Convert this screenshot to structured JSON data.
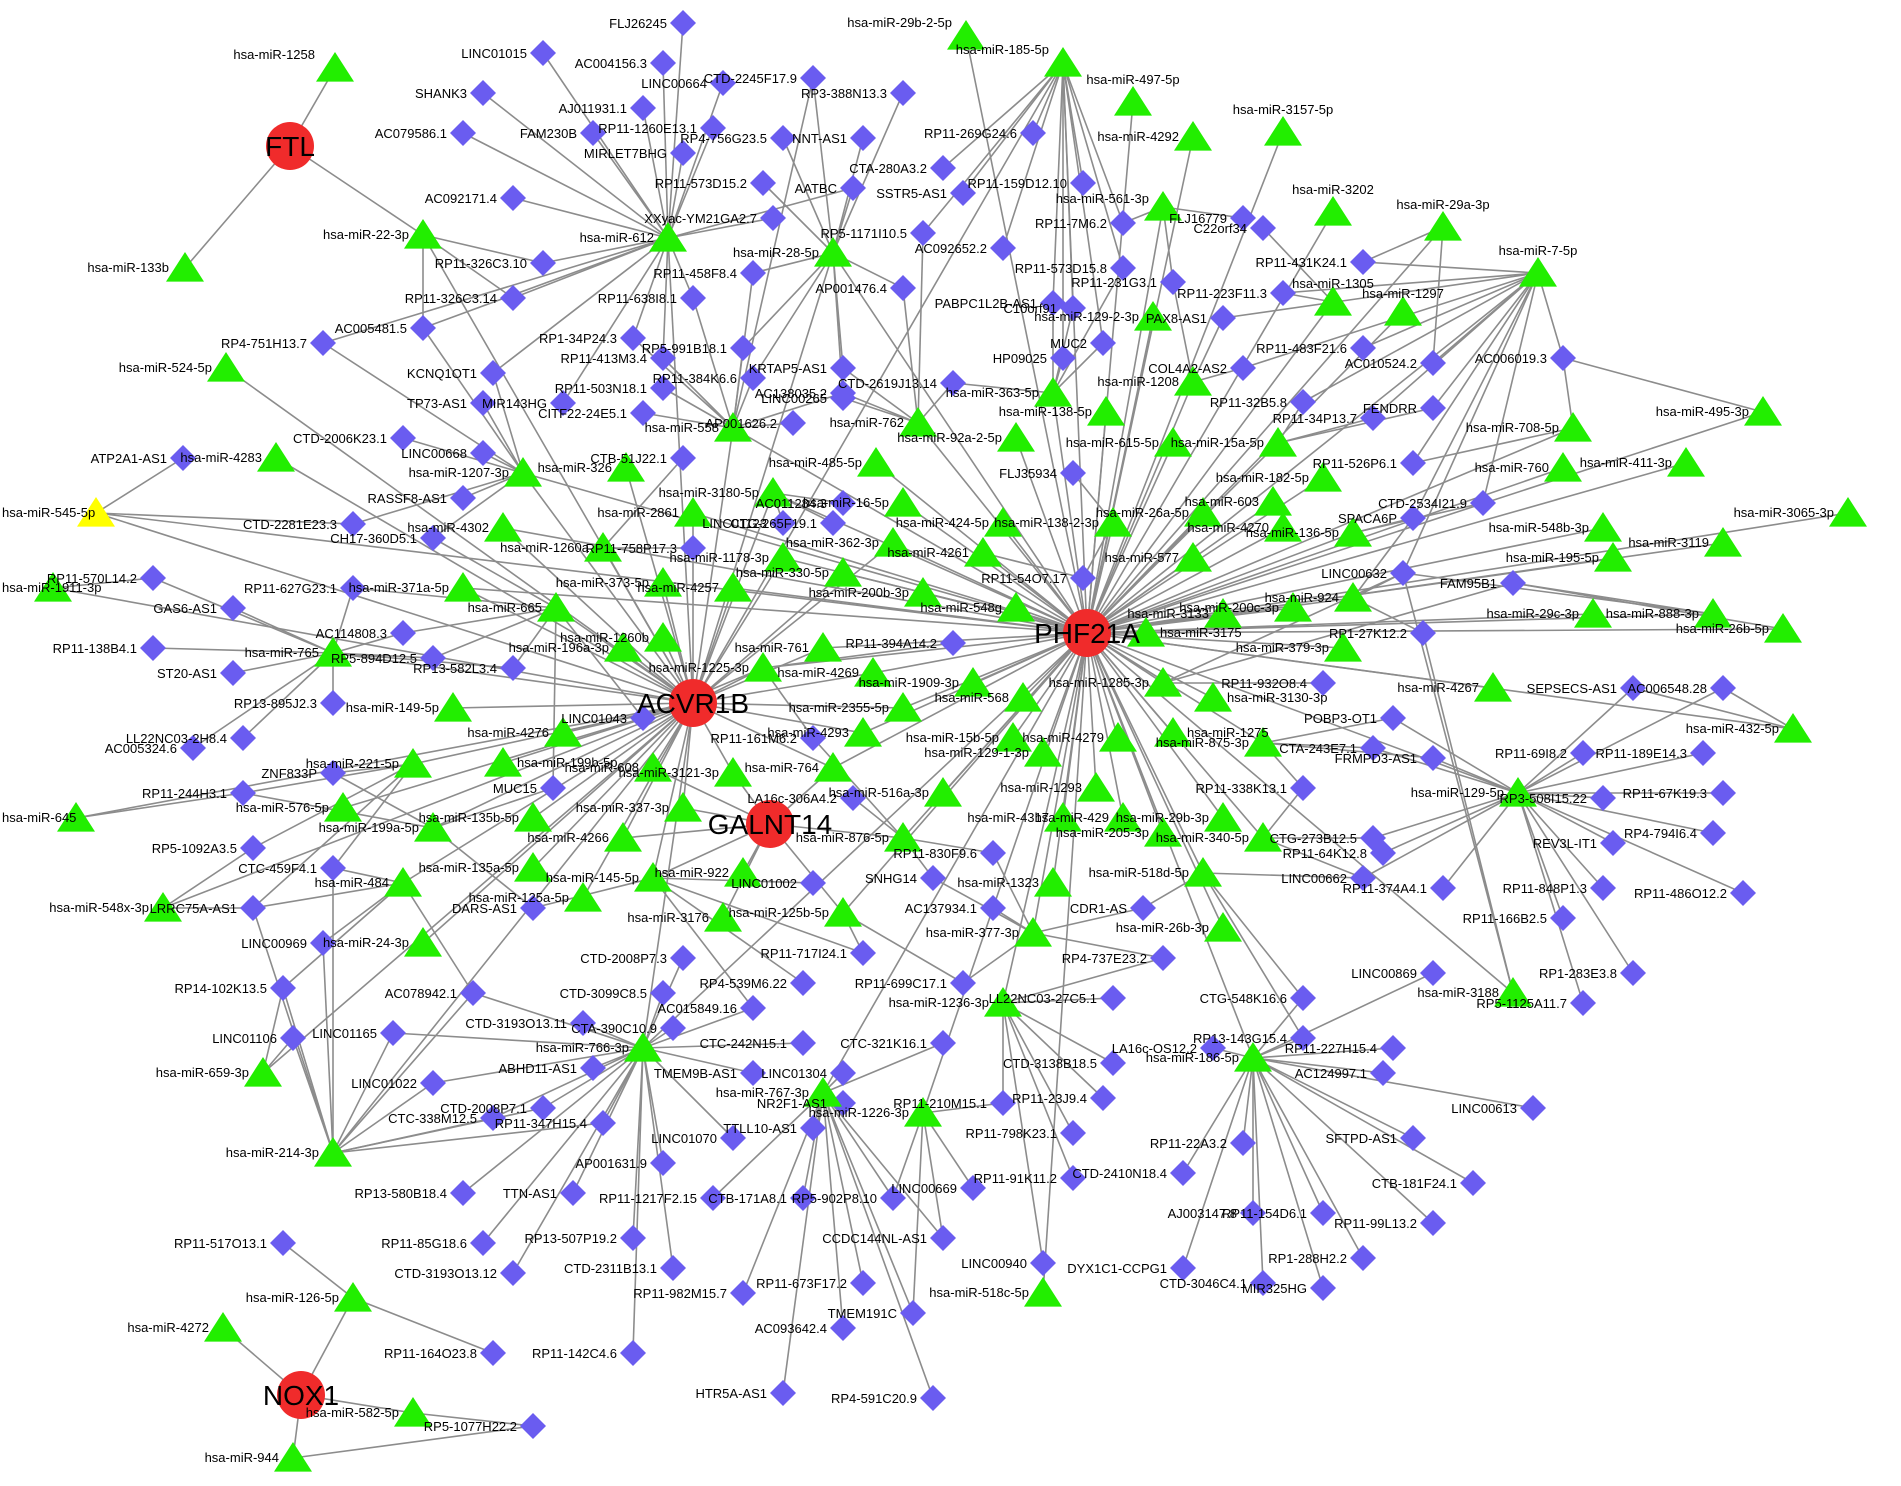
{
  "colors": {
    "gene": "#f02b2b",
    "mirna": "#22ee00",
    "lncrna": "#6a5cf0",
    "highlight_mirna": "#ffff00",
    "edge": "#8c8c8c"
  },
  "node_types": {
    "gene": "red-circle",
    "mirna": "green-triangle",
    "lncrna": "blue-diamond"
  },
  "genes": [
    "PHF21A",
    "ACVR1B",
    "GALNT14",
    "FTL",
    "NOX1"
  ],
  "highlighted_mirnas": [
    "hsa-miR-545-5p"
  ],
  "labels": {
    "genes": [
      "PHF21A",
      "ACVR1B",
      "GALNT14",
      "FTL",
      "NOX1"
    ],
    "mirnas": [
      "hsa-miR-1258",
      "hsa-miR-133b",
      "hsa-miR-22-3p",
      "hsa-miR-612",
      "hsa-miR-28-5p",
      "hsa-miR-185-5p",
      "hsa-miR-29b-2-5p",
      "hsa-miR-497-5p",
      "hsa-miR-3157-5p",
      "hsa-miR-4292",
      "hsa-miR-561-3p",
      "hsa-miR-3202",
      "hsa-miR-29a-3p",
      "hsa-miR-7-5p",
      "hsa-miR-1305",
      "hsa-miR-1297",
      "hsa-miR-129-2-3p",
      "hsa-miR-1208",
      "hsa-miR-524-5p",
      "hsa-miR-558",
      "hsa-miR-762",
      "hsa-miR-363-5p",
      "hsa-miR-138-5p",
      "hsa-miR-92a-2-5p",
      "hsa-miR-615-5p",
      "hsa-miR-15a-5p",
      "hsa-miR-708-5p",
      "hsa-miR-495-3p",
      "hsa-miR-4283",
      "hsa-miR-1207-3p",
      "hsa-miR-326",
      "hsa-miR-485-5p",
      "hsa-miR-3180-5p",
      "hsa-miR-182-5p",
      "hsa-miR-760",
      "hsa-miR-411-3p",
      "hsa-miR-545-5p",
      "hsa-miR-4302",
      "hsa-miR-2861",
      "hsa-miR-16-5p",
      "hsa-miR-424-5p",
      "hsa-miR-138-2-3p",
      "hsa-miR-26a-5p",
      "hsa-miR-603",
      "hsa-miR-136-5p",
      "hsa-miR-548b-3p",
      "hsa-miR-3119",
      "hsa-miR-3065-3p",
      "hsa-miR-1260a",
      "hsa-miR-1178-3p",
      "hsa-miR-362-3p",
      "hsa-miR-4261",
      "hsa-miR-577",
      "hsa-miR-4270",
      "hsa-miR-195-5p",
      "hsa-miR-1911-3p",
      "hsa-miR-371a-5p",
      "hsa-miR-665",
      "hsa-miR-373-5p",
      "hsa-miR-4257",
      "hsa-miR-330-5p",
      "hsa-miR-200b-3p",
      "hsa-miR-548g",
      "hsa-miR-3175",
      "hsa-miR-3133",
      "hsa-miR-200c-3p",
      "hsa-miR-924",
      "hsa-miR-29c-3p",
      "hsa-miR-888-3p",
      "hsa-miR-26b-5p",
      "hsa-miR-765",
      "hsa-miR-196a-3p",
      "hsa-miR-1260b",
      "hsa-miR-1225-3p",
      "hsa-miR-761",
      "hsa-miR-379-3p",
      "hsa-miR-149-5p",
      "hsa-miR-4269",
      "hsa-miR-1909-3p",
      "hsa-miR-1285-3p",
      "hsa-miR-3130-3p",
      "hsa-miR-4267",
      "hsa-miR-2355-5p",
      "hsa-miR-568",
      "hsa-miR-432-5p",
      "hsa-miR-4276",
      "hsa-miR-221-5p",
      "hsa-miR-199b-5p",
      "hsa-miR-4293",
      "hsa-miR-15b-5p",
      "hsa-miR-129-1-3p",
      "hsa-miR-4279",
      "hsa-miR-1275",
      "hsa-miR-875-3p",
      "hsa-miR-129-5p",
      "hsa-miR-608",
      "hsa-miR-3121-3p",
      "hsa-miR-764",
      "hsa-miR-1293",
      "hsa-miR-645",
      "hsa-miR-576-5p",
      "hsa-miR-199a-5p",
      "hsa-miR-135b-5p",
      "hsa-miR-337-3p",
      "hsa-miR-516a-3p",
      "hsa-miR-4317",
      "hsa-miR-429",
      "hsa-miR-29b-3p",
      "hsa-miR-4266",
      "hsa-miR-205-3p",
      "hsa-miR-548x-3p",
      "hsa-miR-484",
      "hsa-miR-135a-5p",
      "hsa-miR-145-5p",
      "hsa-miR-922",
      "hsa-miR-876-5p",
      "hsa-miR-340-5p",
      "hsa-miR-125a-5p",
      "hsa-miR-125b-5p",
      "hsa-miR-1323",
      "hsa-miR-518d-5p",
      "hsa-miR-24-3p",
      "hsa-miR-3176",
      "hsa-miR-377-3p",
      "hsa-miR-26b-3p",
      "hsa-miR-3188",
      "hsa-miR-1236-3p",
      "hsa-miR-766-3p",
      "hsa-miR-186-5p",
      "hsa-miR-659-3p",
      "hsa-miR-767-3p",
      "hsa-miR-1226-3p",
      "hsa-miR-214-3p",
      "hsa-miR-126-5p",
      "hsa-miR-518c-5p",
      "hsa-miR-4272",
      "hsa-miR-582-5p",
      "hsa-miR-944"
    ],
    "lncrnas": [
      "FLJ26245",
      "LINC01015",
      "AC004156.3",
      "LINC00664",
      "SHANK3",
      "AJ011931.1",
      "RP11-1260E13.1",
      "CTD-2245F17.9",
      "RP3-388N13.3",
      "AC079586.1",
      "FAM230B",
      "MIRLET7BHG",
      "RP4-756G23.5",
      "NNT-AS1",
      "RP11-269G24.6",
      "CTA-280A3.2",
      "RP11-159D12.10",
      "AC092171.4",
      "RP11-573D15.2",
      "AATBC",
      "SSTR5-AS1",
      "XXyac-YM21GA2.7",
      "RP11-7M6.2",
      "FLJ16779",
      "C22orf34",
      "RP5-1171I10.5",
      "AC092652.2",
      "RP11-573D15.8",
      "RP11-326C3.10",
      "RP11-458F8.4",
      "RP11-431K24.1",
      "RP11-326C3.14",
      "AP001476.4",
      "RP11-231G3.1",
      "RP11-223F11.3",
      "RP11-638I8.1",
      "PABPC1L2B-AS1",
      "C10orf91",
      "PAX8-AS1",
      "AC005481.5",
      "RP4-751H13.7",
      "RP1-34P24.3",
      "RP5-991B18.1",
      "RP11-413M3.4",
      "KRTAP5-AS1",
      "MUC2",
      "HP09025",
      "COL4A2-AS2",
      "RP11-483F21.6",
      "AC010524.2",
      "AC006019.3",
      "KCNQ1OT1",
      "RP11-503N18.1",
      "RP11-384K6.6",
      "AC138035.2",
      "CTD-2619J13.14",
      "TP73-AS1",
      "MIR143HG",
      "CITF22-24E5.1",
      "LINC00265",
      "AP001626.2",
      "RP11-32B5.8",
      "RP11-34P13.7",
      "FENDRR",
      "CTD-2006K23.1",
      "LINC00668",
      "CTB-51J22.1",
      "ATP2A1-AS1",
      "AC011284.3",
      "RP11-526P6.1",
      "FLJ35934",
      "RASSF8-AS1",
      "LINC01123",
      "CTG-265F19.1",
      "CTD-2534I21.9",
      "SPACA6P",
      "CTD-2281E23.3",
      "RP11-758P17.3",
      "CH17-360D5.1",
      "RP11-54O7.17",
      "LINC00632",
      "FAM95B1",
      "RP11-570L14.2",
      "GAS6-AS1",
      "RP11-627G23.1",
      "AC114808.3",
      "RP1-27K12.2",
      "RP11-394A14.2",
      "RP11-138B4.1",
      "ST20-AS1",
      "RP5-894D12.5",
      "RP13-582L3.4",
      "RP13-895J2.3",
      "RP11-932O8.4",
      "SEPSECS-AS1",
      "AC006548.28",
      "AC005324.6",
      "LL22NC03-2H8.4",
      "LINC01043",
      "POBP3-OT1",
      "CTA-243E7.1",
      "RP11-161M6.2",
      "ZNF833P",
      "FRMPD3-AS1",
      "RP11-69I8.2",
      "RP11-189E14.3",
      "RP11-244H3.1",
      "MUC15",
      "RP11-338K13.1",
      "RP3-508I15.22",
      "RP11-67K19.3",
      "RP4-794I6.4",
      "LA16c-306A4.2",
      "RP5-1092A3.5",
      "CTC-459F4.1",
      "CTG-273B12.5",
      "RP11-64K12.8",
      "REV3L-IT1",
      "RP11-830F9.6",
      "SNHG14",
      "LINC00662",
      "LRRC75A-AS1",
      "DARS-AS1",
      "LINC01002",
      "RP11-848P1.3",
      "AC137934.1",
      "CDR1-AS",
      "RP11-374A4.1",
      "RP11-166B2.5",
      "RP11-486O12.2",
      "LINC00969",
      "RP11-717I24.1",
      "RP11-699C17.1",
      "CTD-2008P7.3",
      "CTD-3099C8.5",
      "RP4-737E23.2",
      "RP1-283E3.8",
      "RP14-102K13.5",
      "AC078942.1",
      "CTA-390C10.9",
      "AC015849.16",
      "RP4-539M6.22",
      "LL22NC03-27C5.1",
      "CTG-548K16.6",
      "LINC00869",
      "RP5-1125A11.7",
      "LINC01106",
      "LINC01165",
      "CTD-3193O13.11",
      "RP13-143G15.4",
      "LA16c-OS12.2",
      "RP11-227H15.4",
      "CTC-242N15.1",
      "CTC-321K16.1",
      "ABHD11-AS1",
      "TMEM9B-AS1",
      "LINC01304",
      "CTD-3138B18.5",
      "AC124997.1",
      "NR2F1-AS1",
      "LINC01022",
      "RP11-210M15.1",
      "RP11-23J9.4",
      "LINC00613",
      "CTC-338M12.5",
      "CTD-2008P7.1",
      "RP11-347H15.4",
      "TTLL10-AS1",
      "LINC01070",
      "RP11-798K23.1",
      "RP11-22A3.2",
      "SFTPD-AS1",
      "AP001631.9",
      "CTB-181F24.1",
      "CTD-2410N18.4",
      "RP13-580B18.4",
      "TTN-AS1",
      "RP11-1217F2.15",
      "CTB-171A8.1",
      "RP5-902P8.10",
      "RP11-91K11.2",
      "LINC00669",
      "AJ003147.8",
      "RP11-154D6.1",
      "RP11-99L13.2",
      "RP11-85G18.6",
      "RP13-507P19.2",
      "CCDC144NL-AS1",
      "RP1-288H2.2",
      "CTD-2311B13.1",
      "DYX1C1-CCPG1",
      "CTD-3046C4.1",
      "MIR325HG",
      "RP11-517O13.1",
      "CTD-3193O13.12",
      "RP11-982M15.7",
      "RP11-673F17.2",
      "TMEM191C",
      "LINC00940",
      "AC093642.4",
      "RP11-142C4.6",
      "RP11-164O23.8",
      "HTR5A-AS1",
      "RP4-591C20.9",
      "RP5-1077H22.2"
    ]
  }
}
